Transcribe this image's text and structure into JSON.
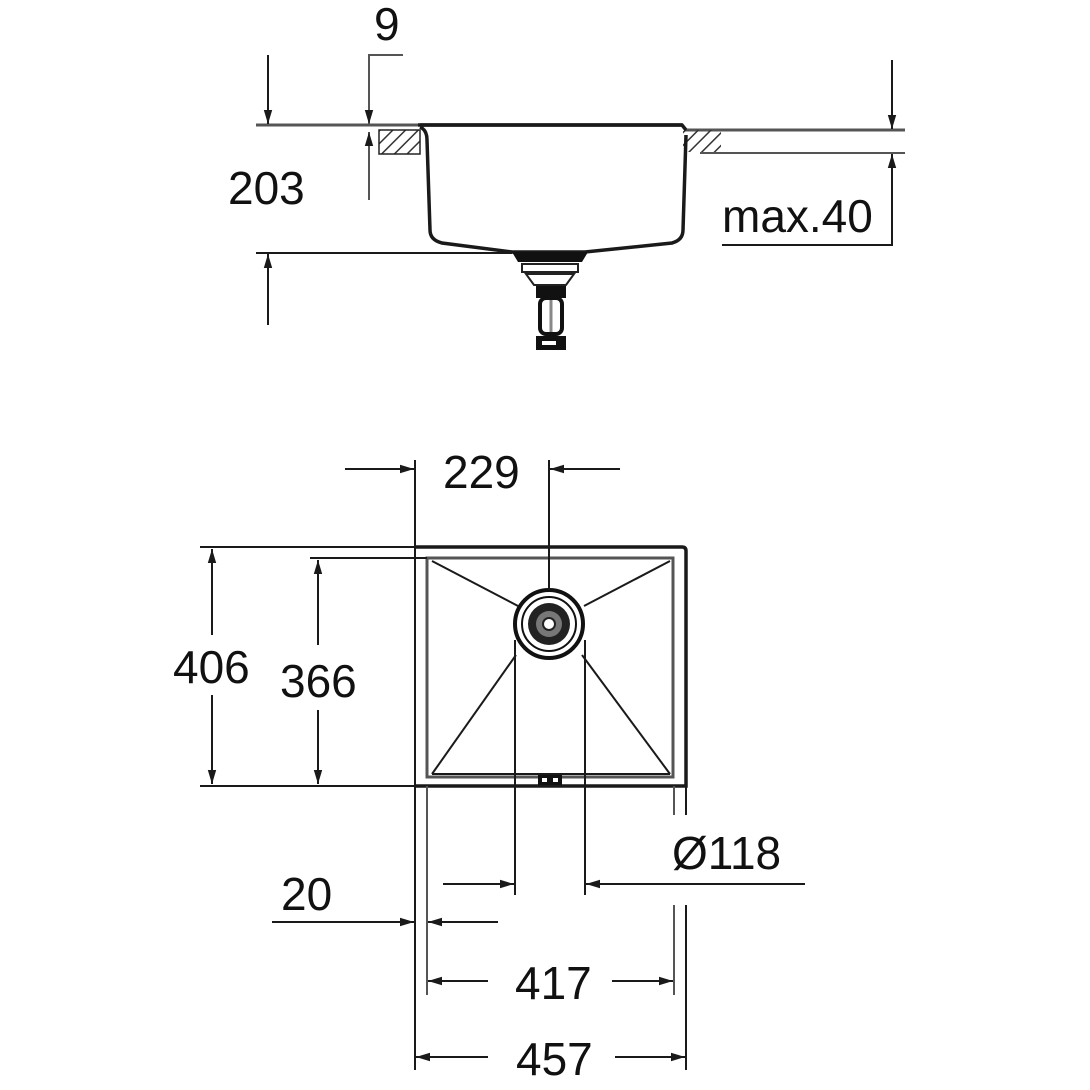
{
  "drawing": {
    "subject": "Undermount kitchen sink dimension drawing",
    "colors": {
      "line": "#1a1a1a",
      "background": "#ffffff",
      "hatch": "#333333"
    }
  },
  "side_view": {
    "labels": {
      "top_lip": "9",
      "depth": "203",
      "countertop": "max.40"
    }
  },
  "top_view": {
    "labels": {
      "drain_offset": "229",
      "outer_depth": "406",
      "inner_depth": "366",
      "drain_diameter": "Ø118",
      "rim_width": "20",
      "inner_width": "417",
      "outer_width": "457"
    }
  }
}
